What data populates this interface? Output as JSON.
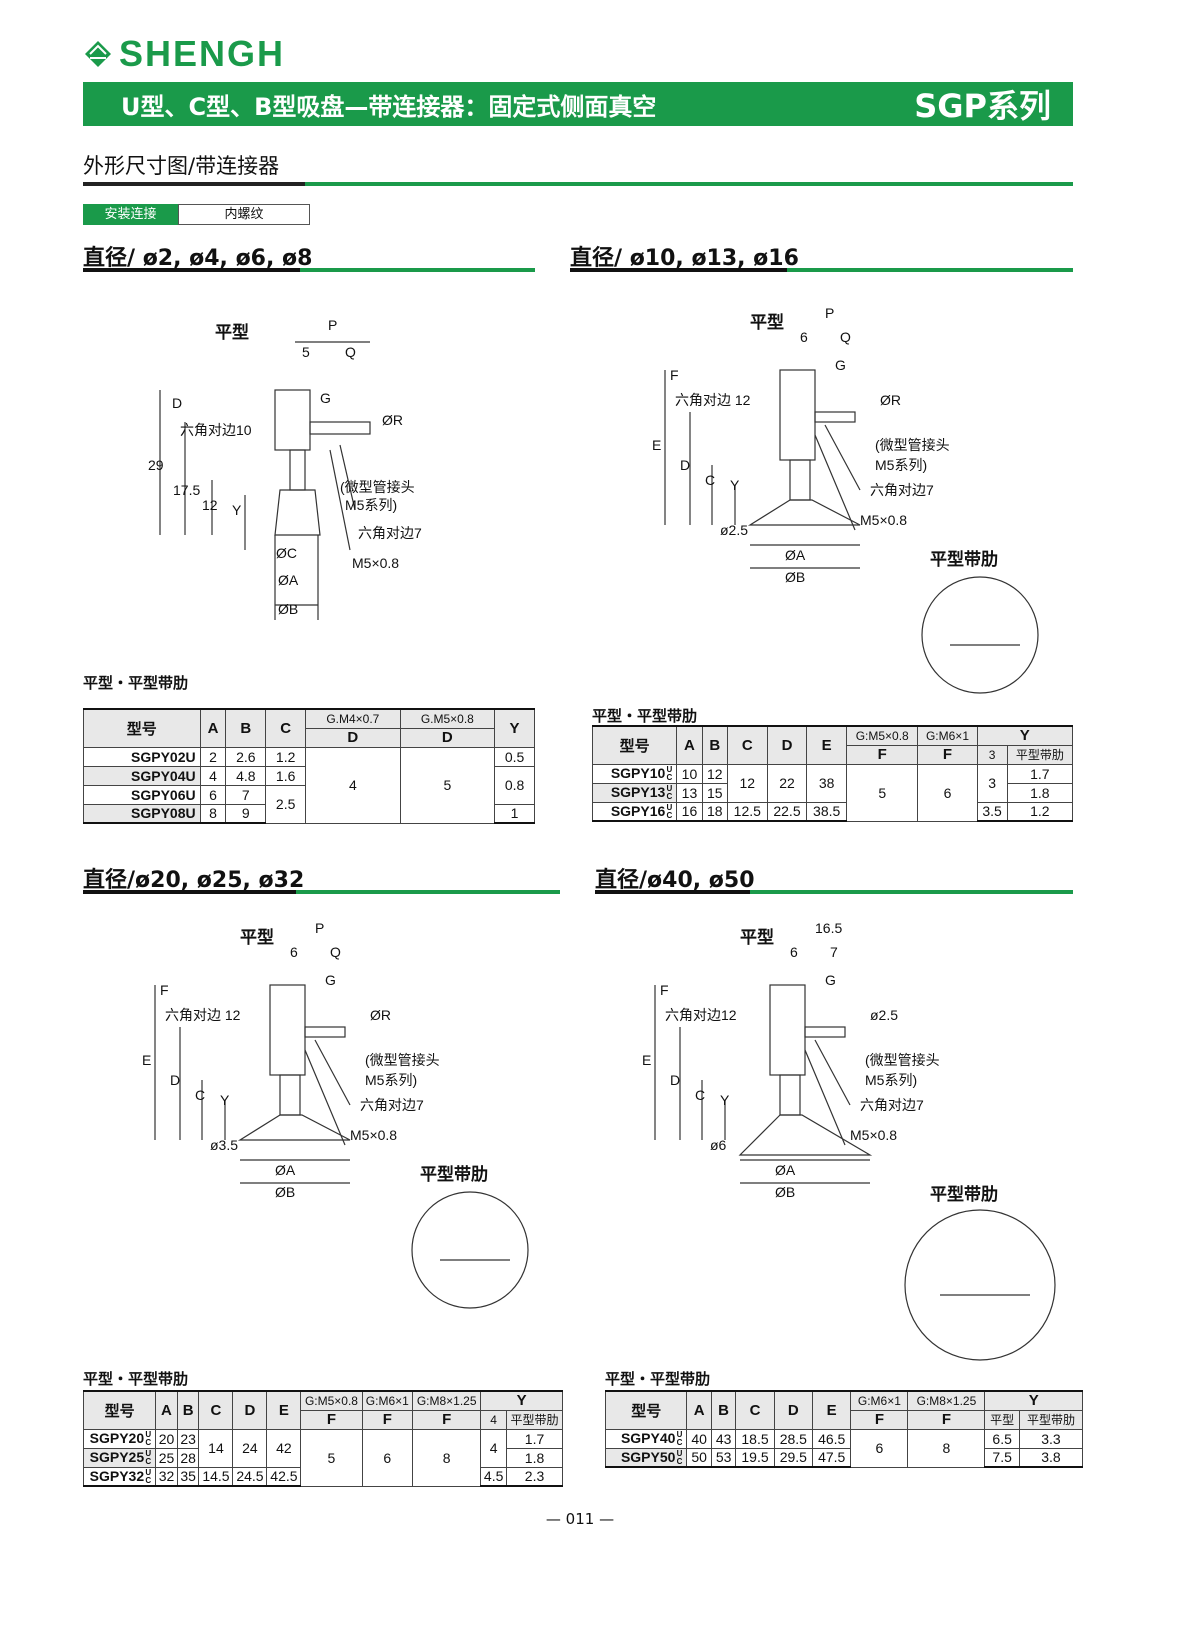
{
  "header": {
    "brand": "SHENGH",
    "title": "U型、C型、B型吸盘—带连接器：固定式侧面真空",
    "series": "SGP系列",
    "subtitle": "外形尺寸图/带连接器",
    "tag_label": "安装连接",
    "tag_value": "内螺纹"
  },
  "colors": {
    "brand_green": "#1a9a4a"
  },
  "sections": [
    {
      "title": "直径/ ø2, ø4, ø6, ø8",
      "caption": "平型・平型带肋",
      "diagram": {
        "view": "平型",
        "labels": [
          "P",
          "5",
          "Q",
          "D",
          "G",
          "ØR",
          "六角对边10",
          "29",
          "17.5",
          "12",
          "Y",
          "(微型管接头",
          "M5系列)",
          "六角对边7",
          "M5×0.8",
          "ØC",
          "ØA",
          "ØB"
        ]
      },
      "table": {
        "h_model": "型号",
        "h": [
          "A",
          "B",
          "C"
        ],
        "g1": "G.M4×0.7",
        "g2": "G.M5×0.8",
        "d": "D",
        "y": "Y",
        "rows": [
          {
            "m": "SGPY02U",
            "a": "2",
            "b": "2.6",
            "c": "1.2",
            "y": "0.5"
          },
          {
            "m": "SGPY04U",
            "a": "4",
            "b": "4.8",
            "c": "1.6",
            "y": "0.8"
          },
          {
            "m": "SGPY06U",
            "a": "6",
            "b": "7",
            "c": "2.5"
          },
          {
            "m": "SGPY08U",
            "a": "8",
            "b": "9",
            "y": "1"
          }
        ],
        "d1": "4",
        "d2": "5"
      }
    },
    {
      "title": "直径/ ø10, ø13, ø16",
      "caption": "平型・平型带肋",
      "diagram": {
        "view": "平型",
        "rib": "平型带肋",
        "labels": [
          "P",
          "6",
          "Q",
          "F",
          "G",
          "ØR",
          "六角对边 12",
          "E",
          "D",
          "C",
          "Y",
          "(微型管接头",
          "M5系列)",
          "六角对边7",
          "M5×0.8",
          "ø2.5",
          "ØA",
          "ØB"
        ]
      },
      "table": {
        "h_model": "型号",
        "h": [
          "A",
          "B",
          "C",
          "D",
          "E"
        ],
        "g": [
          "G:M5×0.8",
          "G:M6×1"
        ],
        "f": "F",
        "y": "Y",
        "y1": "3",
        "y2": "平型带肋",
        "uc": "U C",
        "rows": [
          {
            "m": "SGPY10",
            "a": "10",
            "b": "12",
            "y2": "1.7"
          },
          {
            "m": "SGPY13",
            "a": "13",
            "b": "15",
            "y2": "1.8"
          },
          {
            "m": "SGPY16",
            "a": "16",
            "b": "18",
            "c": "12.5",
            "d": "22.5",
            "e": "38.5",
            "y1": "3.5",
            "y2": "1.2"
          }
        ],
        "c": "12",
        "d": "22",
        "e": "38",
        "f1": "5",
        "f2": "6"
      }
    },
    {
      "title": "直径/ø20, ø25, ø32",
      "caption": "平型・平型带肋",
      "diagram": {
        "view": "平型",
        "rib": "平型带肋",
        "labels": [
          "P",
          "6",
          "Q",
          "F",
          "G",
          "ØR",
          "六角对边 12",
          "E",
          "D",
          "C",
          "Y",
          "(微型管接头",
          "M5系列)",
          "六角对边7",
          "M5×0.8",
          "ø3.5",
          "ØA",
          "ØB"
        ]
      },
      "table": {
        "h_model": "型号",
        "h": [
          "A",
          "B",
          "C",
          "D",
          "E"
        ],
        "g": [
          "G:M5×0.8",
          "G:M6×1",
          "G:M8×1.25"
        ],
        "f": "F",
        "y": "Y",
        "y1": "4",
        "y2": "平型带肋",
        "uc": "U C",
        "rows": [
          {
            "m": "SGPY20",
            "a": "20",
            "b": "23",
            "y2": "1.7"
          },
          {
            "m": "SGPY25",
            "a": "25",
            "b": "28",
            "y2": "1.8"
          },
          {
            "m": "SGPY32",
            "a": "32",
            "b": "35",
            "c": "14.5",
            "d": "24.5",
            "e": "42.5",
            "y1": "4.5",
            "y2": "2.3"
          }
        ],
        "c": "14",
        "d": "24",
        "e": "42",
        "f1": "5",
        "f2": "6",
        "f3": "8"
      }
    },
    {
      "title": "直径/ø40, ø50",
      "caption": "平型・平型带肋",
      "diagram": {
        "view": "平型",
        "rib": "平型带肋",
        "labels": [
          "16.5",
          "6",
          "7",
          "F",
          "G",
          "ø2.5",
          "六角对边12",
          "E",
          "D",
          "C",
          "Y",
          "(微型管接头",
          "M5系列)",
          "六角对边7",
          "M5×0.8",
          "ø6",
          "ØA",
          "ØB"
        ]
      },
      "table": {
        "h_model": "型号",
        "h": [
          "A",
          "B",
          "C",
          "D",
          "E"
        ],
        "g": [
          "G:M6×1",
          "G:M8×1.25"
        ],
        "f": "F",
        "y": "Y",
        "y1": "平型",
        "y2": "平型带肋",
        "uc": "U C",
        "rows": [
          {
            "m": "SGPY40",
            "a": "40",
            "b": "43",
            "c": "18.5",
            "d": "28.5",
            "e": "46.5",
            "y1": "6.5",
            "y2": "3.3"
          },
          {
            "m": "SGPY50",
            "a": "50",
            "b": "53",
            "c": "19.5",
            "d": "29.5",
            "e": "47.5",
            "y1": "7.5",
            "y2": "3.8"
          }
        ],
        "f1": "6",
        "f2": "8"
      }
    }
  ],
  "footer": {
    "page": "— 011 —"
  }
}
